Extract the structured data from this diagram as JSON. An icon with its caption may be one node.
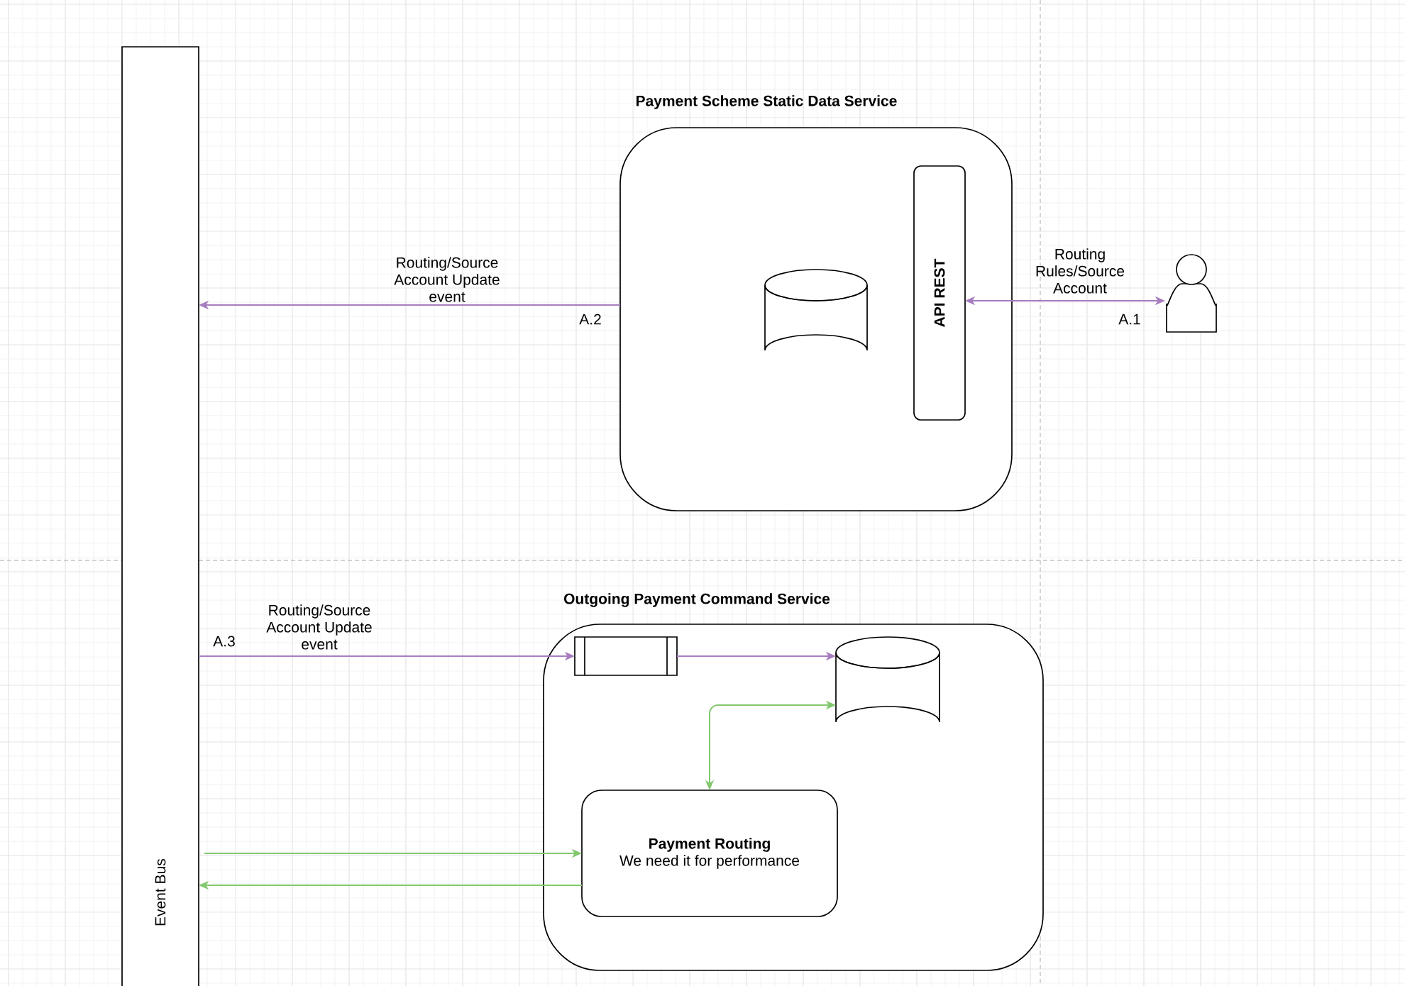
{
  "diagram": {
    "nodes": [
      {
        "text": [
          "Event Bus"
        ]
      },
      {
        "text": [
          "Payment Scheme Static Data Service"
        ]
      },
      {
        "text": [],
        "shape": "cylinder",
        "in": 1
      },
      {
        "text": [
          "API REST"
        ],
        "in": 1
      },
      {
        "text": [],
        "shape": "person"
      },
      {
        "text": [
          "Outgoing Payment Command Service"
        ]
      },
      {
        "text": [],
        "shape": "box",
        "in": 5
      },
      {
        "text": [],
        "shape": "cylinder",
        "in": 5
      },
      {
        "text": [
          "Payment Routing",
          "We need it for performance"
        ],
        "in": 5
      }
    ],
    "edges": [
      {
        "from": 1,
        "to": 0,
        "arrow": "to",
        "label": "Routing/Source Account Update event"
      },
      {
        "from": 3,
        "to": 4,
        "arrow": "both",
        "label": "Routing Rules/Source Account"
      },
      {
        "from": 0,
        "to": 6,
        "arrow": "to",
        "label": "Routing/Source Account Update event"
      },
      {
        "from": 6,
        "to": 7,
        "arrow": "to"
      },
      {
        "from": 8,
        "to": 7,
        "arrow": "both",
        "color": "#82c86e"
      },
      {
        "from": 0,
        "to": 8,
        "arrow": "to",
        "color": "#82c86e"
      },
      {
        "from": 8,
        "to": 0,
        "arrow": "to",
        "color": "#82c86e"
      }
    ],
    "labels": [
      "A.2",
      "A.1",
      "A.3"
    ]
  }
}
